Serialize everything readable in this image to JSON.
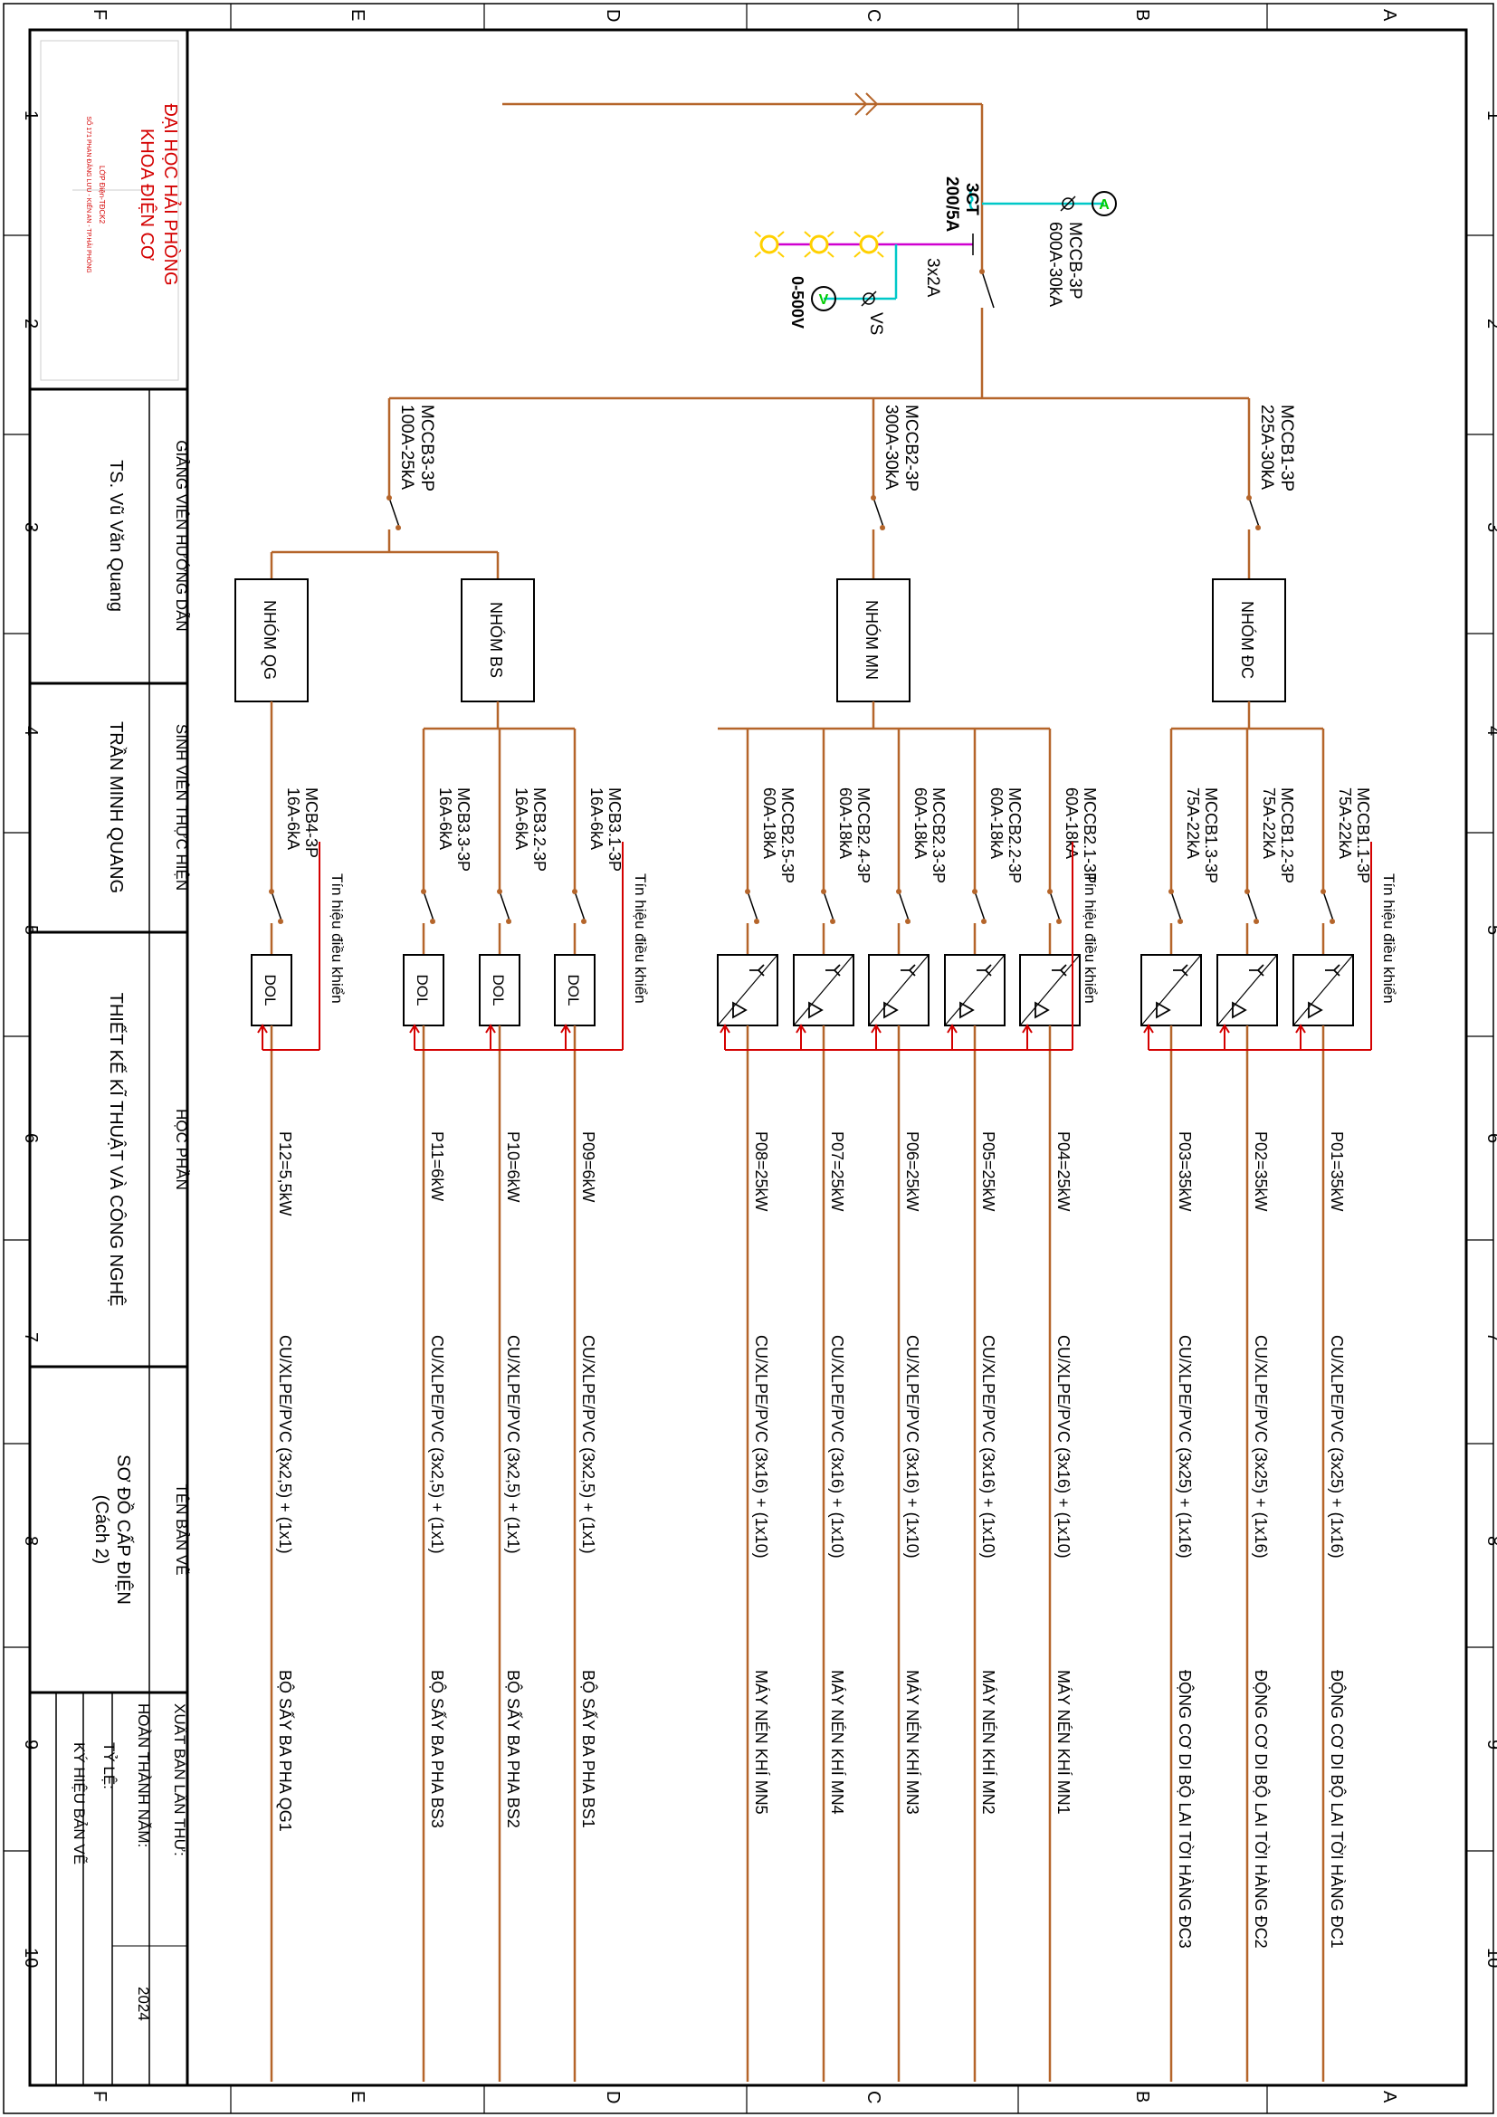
{
  "frame": {
    "col_letters": [
      "A",
      "B",
      "C",
      "D",
      "E",
      "F"
    ],
    "row_numbers": [
      "1",
      "2",
      "3",
      "4",
      "5",
      "6",
      "7",
      "8",
      "9",
      "10"
    ]
  },
  "title_block": {
    "university": "ĐẠI HỌC HẢI PHÒNG",
    "faculty": "KHOA ĐIỆN CƠ",
    "address_line1": "LỚP Điện-TĐCK2",
    "address_line2": "SỐ 171 PHAN ĐĂNG LƯU - KIẾN AN - TP.HẢI PHÒNG",
    "instructor_label": "GIẢNG VIÊN HƯỚNG DẪN",
    "instructor_name": "TS. Vũ Văn Quang",
    "student_label": "SINH VIÊN THỰC HIỆN",
    "student_name": "TRẦN MINH QUANG",
    "course_label": "HỌC PHẦN",
    "course_name": "THIẾT KẾ KĨ THUẬT VÀ CÔNG NGHỆ",
    "drawing_label": "TÊN BẢN VẼ",
    "drawing_name": "SƠ ĐỒ CẤP ĐIỆN",
    "drawing_sub": "(Cách 2)",
    "edition_label": "XUẤT BẢN LẦN THỨ:",
    "year_label": "HOÀN THÀNH NĂM:",
    "year_value": "2024",
    "scale_label": "TỶ LỆ:",
    "symbol_label": "KÝ HIỆU BẢN VẼ"
  },
  "incoming": {
    "main_breaker": "MCCB-3P",
    "main_rating": "600A-30kA",
    "ct_label": "3CT",
    "ct_ratio": "200/5A",
    "fuse_label": "3x2A",
    "ammeter": "A",
    "voltmeter": "V",
    "volt_range": "0-500V",
    "volt_switch": "VS"
  },
  "groups": [
    {
      "breaker": "MCCB1-3P",
      "rating": "225A-30kA",
      "name": "NHÓM ĐC"
    },
    {
      "breaker": "MCCB2-3P",
      "rating": "300A-30kA",
      "name": "NHÓM MN"
    },
    {
      "breaker": "MCCB3-3P",
      "rating": "100A-25kA",
      "name": "NHÓM BS"
    },
    {
      "name": "NHÓM QG"
    }
  ],
  "control_signal": "Tín hiệu điều khiển",
  "starter_dol": "DOL",
  "feeders": [
    {
      "breaker": "MCCB1.1-3P",
      "rating": "75A-22kA",
      "power": "P01=35kW",
      "cable": "CU/XLPE/PVC (3x25) + (1x16)",
      "load": "ĐỘNG CƠ DI BỘ LAI TỜI HÀNG ĐC1"
    },
    {
      "breaker": "MCCB1.2-3P",
      "rating": "75A-22kA",
      "power": "P02=35kW",
      "cable": "CU/XLPE/PVC (3x25) + (1x16)",
      "load": "ĐỘNG CƠ DI BỘ LAI TỜI HÀNG ĐC2"
    },
    {
      "breaker": "MCCB1.3-3P",
      "rating": "75A-22kA",
      "power": "P03=35kW",
      "cable": "CU/XLPE/PVC (3x25) + (1x16)",
      "load": "ĐỘNG CƠ DI BỘ LAI TỜI HÀNG ĐC3"
    },
    {
      "breaker": "MCCB2.1-3P",
      "rating": "60A-18kA",
      "power": "P04=25kW",
      "cable": "CU/XLPE/PVC (3x16) + (1x10)",
      "load": "MÁY NÉN KHÍ MN1"
    },
    {
      "breaker": "MCCB2.2-3P",
      "rating": "60A-18kA",
      "power": "P05=25kW",
      "cable": "CU/XLPE/PVC (3x16) + (1x10)",
      "load": "MÁY NÉN KHÍ MN2"
    },
    {
      "breaker": "MCCB2.3-3P",
      "rating": "60A-18kA",
      "power": "P06=25kW",
      "cable": "CU/XLPE/PVC (3x16) + (1x10)",
      "load": "MÁY NÉN KHÍ MN3"
    },
    {
      "breaker": "MCCB2.4-3P",
      "rating": "60A-18kA",
      "power": "P07=25kW",
      "cable": "CU/XLPE/PVC (3x16) + (1x10)",
      "load": "MÁY NÉN KHÍ MN4"
    },
    {
      "breaker": "MCCB2.5-3P",
      "rating": "60A-18kA",
      "power": "P08=25kW",
      "cable": "CU/XLPE/PVC (3x16) + (1x10)",
      "load": "MÁY NÉN KHÍ MN5"
    },
    {
      "breaker": "MCB3.1-3P",
      "rating": "16A-6kA",
      "power": "P09=6kW",
      "cable": "CU/XLPE/PVC (3x2,5) + (1x1)",
      "load": "BỘ SẤY BA PHA BS1"
    },
    {
      "breaker": "MCB3.2-3P",
      "rating": "16A-6kA",
      "power": "P10=6kW",
      "cable": "CU/XLPE/PVC (3x2,5) + (1x1)",
      "load": "BỘ SẤY BA PHA BS2"
    },
    {
      "breaker": "MCB3.3-3P",
      "rating": "16A-6kA",
      "power": "P11=6kW",
      "cable": "CU/XLPE/PVC (3x2,5) + (1x1)",
      "load": "BỘ SẤY BA PHA BS3"
    },
    {
      "breaker": "MCB4-3P",
      "rating": "16A-6kA",
      "power": "P12=5,5kW",
      "cable": "CU/XLPE/PVC (3x2,5) + (1x1)",
      "load": "BỘ SẤY BA PHA QG1"
    }
  ],
  "colors": {
    "bus": "#b5652a",
    "signal": "#d40000",
    "instr": "#00c8c8",
    "lamp": "#ffd000",
    "lamp_bus": "#d000d0",
    "green": "#00cc00",
    "title": "#d40000"
  }
}
